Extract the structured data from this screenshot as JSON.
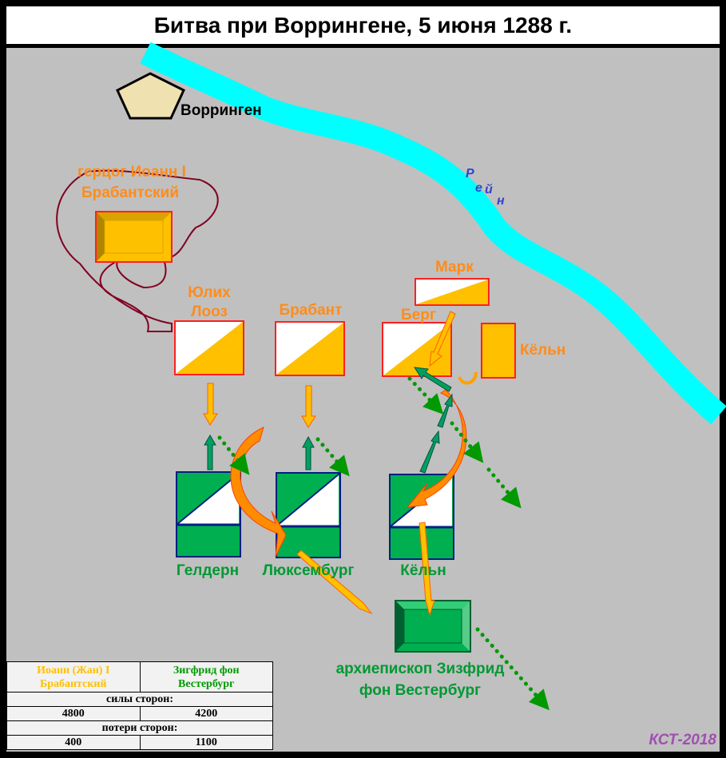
{
  "title": "Битва при Воррингене, 5 июня 1288 г.",
  "places": {
    "town": "Ворринген",
    "river": [
      "Р",
      "е",
      "й",
      "н"
    ]
  },
  "brabant_side": {
    "commander": [
      "герцог Иоанн I",
      "Брабантский"
    ],
    "units": {
      "julich": [
        "Юлих",
        "Лооз"
      ],
      "brabant": "Брабант",
      "berg": "Берг",
      "mark": "Марк",
      "cologne": "Кёльн"
    }
  },
  "cologne_side": {
    "commander": [
      "архиепископ Зизфрид",
      "фон Вестербург"
    ],
    "units": {
      "geldern": "Гелдерн",
      "luxembourg": "Люксембург",
      "cologne": "Кёльн"
    }
  },
  "table": {
    "left_header": [
      "Иоанн (Жан) I",
      "Брабантский"
    ],
    "right_header": [
      "Зигфрид фон",
      "Вестербург"
    ],
    "forces_label": "силы сторон:",
    "forces": [
      "4800",
      "4200"
    ],
    "losses_label": "потери сторон:",
    "losses": [
      "400",
      "1100"
    ]
  },
  "credit": "КСТ-2018",
  "colors": {
    "brabant": "#ffc000",
    "cologne": "#00b050",
    "river": "#00ffff",
    "map": "#c0c0c0"
  }
}
